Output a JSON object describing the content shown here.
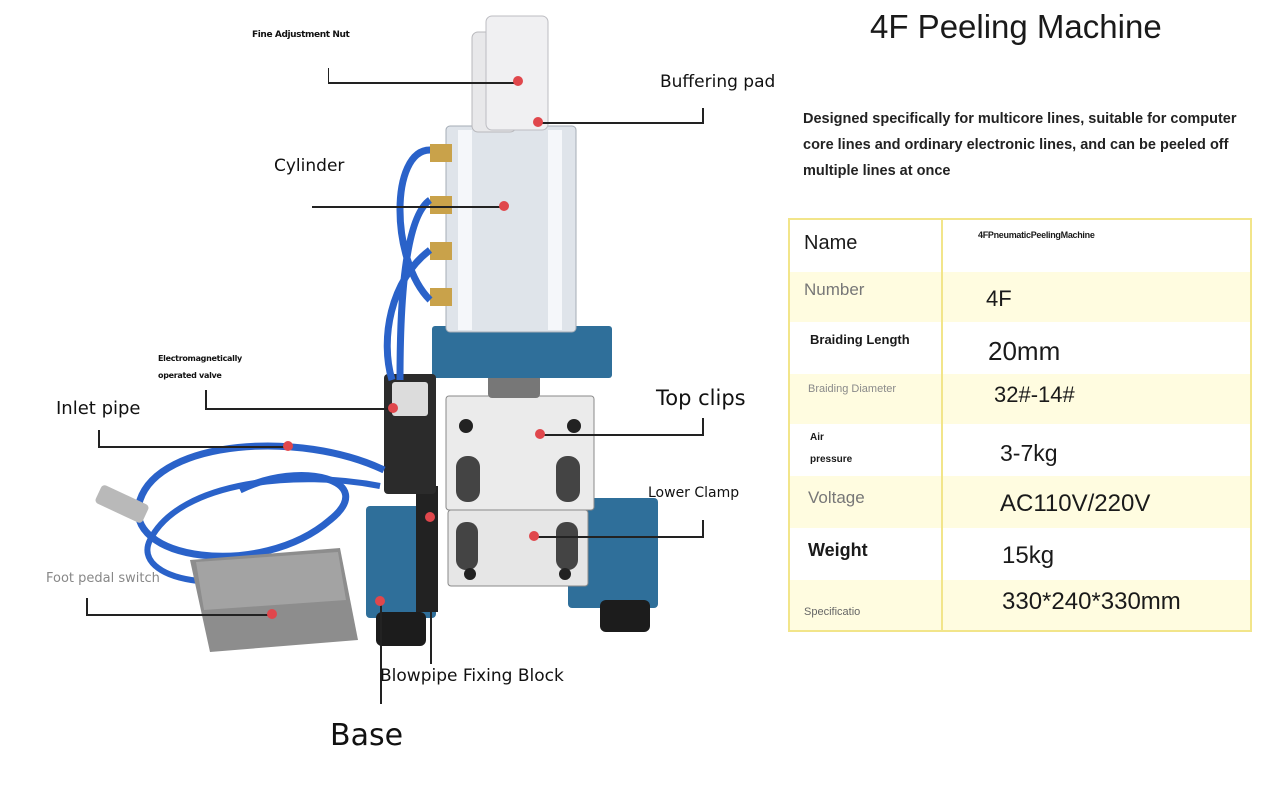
{
  "title": "4F Peeling Machine",
  "description": "Designed specifically for multicore lines, suitable for computer core lines and ordinary electronic lines, and can be peeled off multiple lines at once",
  "labels": {
    "fine_adjustment_nut": "Fine Adjustment Nut",
    "buffering_pad": "Buffering pad",
    "cylinder": "Cylinder",
    "electromagnetic_valve_line1": "Electromagnetically",
    "electromagnetic_valve_line2": "operated valve",
    "inlet_pipe": "Inlet pipe",
    "top_clips": "Top clips",
    "lower_clamp": "Lower Clamp",
    "foot_pedal_switch": "Foot pedal switch",
    "blowpipe_fixing_block": "Blowpipe Fixing Block",
    "base": "Base"
  },
  "specs": [
    {
      "name": "Name",
      "value": "4FPneumaticPeelingMachine"
    },
    {
      "name": "Number",
      "value": "4F"
    },
    {
      "name": "Braiding Length",
      "value": "20mm"
    },
    {
      "name": "Braiding Diameter",
      "value": "32#-14#"
    },
    {
      "name_line1": "Air",
      "name_line2": "pressure",
      "value": "3-7kg"
    },
    {
      "name": "Voltage",
      "value": "AC110V/220V"
    },
    {
      "name": "Weight",
      "value": "15kg"
    },
    {
      "name": "Specificatio",
      "value": "330*240*330mm"
    }
  ],
  "colors": {
    "table_odd_row": "#fffce0",
    "table_even_row": "#ffffff",
    "table_border": "#f2e58a",
    "marker_dot": "#e0474c",
    "machine_blue": "#2f6f9a",
    "tube_blue": "#2a62c9"
  }
}
